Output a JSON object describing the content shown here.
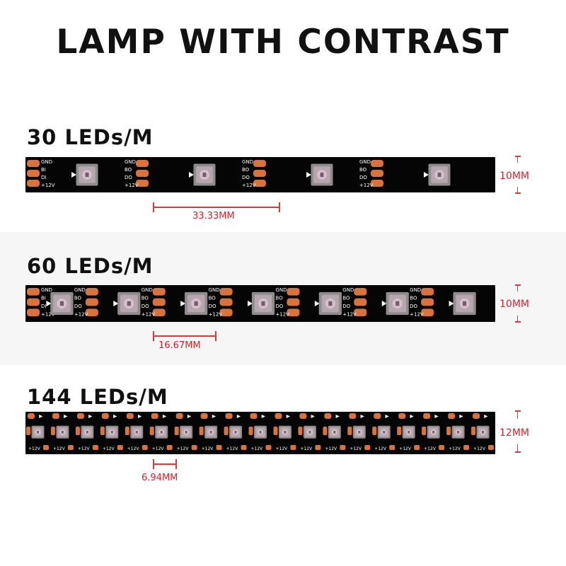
{
  "title": "LAMP WITH CONTRAST",
  "strips": [
    {
      "label": "30 LEDs/M",
      "width_label": "10MM",
      "pitch_label": "33.33MM",
      "led_count": 4,
      "pad_labels_in": [
        "GND",
        "BI",
        "DI",
        "+12V"
      ],
      "pad_labels_out": [
        "GND",
        "BO",
        "DO",
        "+12V"
      ]
    },
    {
      "label": "60 LEDs/M",
      "width_label": "10MM",
      "pitch_label": "16.67MM",
      "led_count": 7,
      "pad_labels_in": [
        "GND",
        "BI",
        "DI",
        "+12V"
      ],
      "pad_labels_out": [
        "GND",
        "BO",
        "DO",
        "+12V"
      ]
    },
    {
      "label": "144 LEDs/M",
      "width_label": "12MM",
      "pitch_label": "6.94MM",
      "led_count": 19,
      "pad_labels_in": [
        "+12V"
      ],
      "pad_labels_out": [
        "+12V"
      ]
    }
  ],
  "colors": {
    "strip": "#050505",
    "pad": "#d9733e",
    "led": "#b7a6ad",
    "dimension": "#d8262d",
    "text": "#111111"
  }
}
